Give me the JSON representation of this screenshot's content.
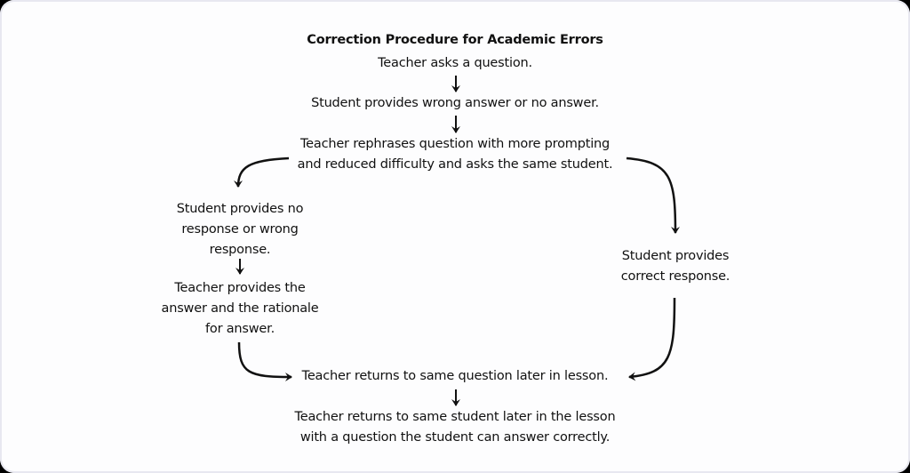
{
  "diagram": {
    "title": "Correction Procedure for Academic Errors",
    "nodes": {
      "teacher_asks": "Teacher asks a question.",
      "student_wrong": "Student provides wrong answer or no answer.",
      "teacher_rephrases_1": "Teacher rephrases question with more prompting",
      "teacher_rephrases_2": "and reduced difficulty and asks the same student.",
      "student_no_response_1": "Student provides no",
      "student_no_response_2": "response or wrong",
      "student_no_response_3": "response.",
      "teacher_provides_1": "Teacher provides the",
      "teacher_provides_2": "answer and the rationale",
      "teacher_provides_3": "for answer.",
      "student_correct_1": "Student provides",
      "student_correct_2": "correct response.",
      "teacher_returns_question": "Teacher returns to same question later in lesson.",
      "teacher_returns_student_1": "Teacher returns to same student later in the lesson",
      "teacher_returns_student_2": "with a question the student can answer correctly."
    },
    "colors": {
      "text": "#111111",
      "arrow": "#111111",
      "background": "#fdfdfe",
      "border": "#e8e8f0"
    }
  }
}
